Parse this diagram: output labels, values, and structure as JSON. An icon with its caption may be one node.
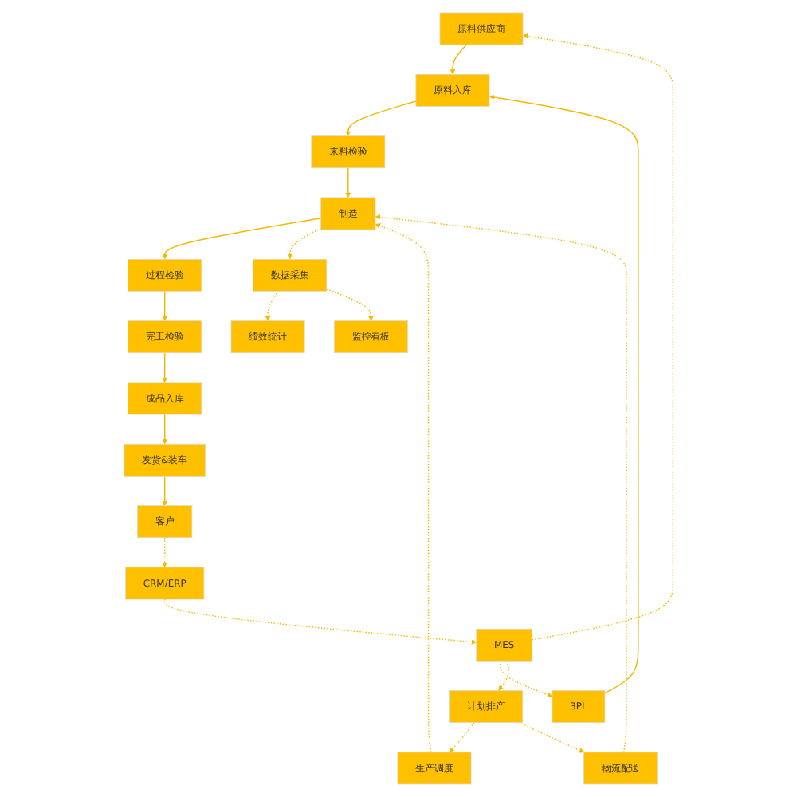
{
  "diagram": {
    "nodes": [
      {
        "text": [
          "原料供应商"
        ]
      },
      {
        "text": [
          "MES"
        ]
      },
      {
        "text": [
          "CRM/ERP"
        ]
      },
      {
        "text": [
          "客户"
        ]
      },
      {
        "text": [
          "3PL"
        ]
      },
      {
        "text": [
          "计划排产"
        ]
      },
      {
        "text": [
          "生产调度"
        ]
      },
      {
        "text": [
          "物流配送"
        ]
      },
      {
        "text": [
          "发货&装车"
        ]
      },
      {
        "text": [
          "原料入库"
        ]
      },
      {
        "text": [
          "来料检验"
        ]
      },
      {
        "text": [
          "制造"
        ]
      },
      {
        "text": [
          "过程检验"
        ]
      },
      {
        "text": [
          "完工检验"
        ]
      },
      {
        "text": [
          "成品入库"
        ]
      },
      {
        "text": [
          "绩效统计"
        ]
      },
      {
        "text": [
          "数据采集"
        ]
      },
      {
        "text": [
          "监控看板"
        ]
      }
    ],
    "edges": [
      {
        "from": 3,
        "to": 2,
        "arrow": "to",
        "style": "dashed"
      },
      {
        "from": 2,
        "to": 1,
        "arrow": "to",
        "style": "dashed"
      },
      {
        "from": 1,
        "to": 0,
        "arrow": "to",
        "style": "dashed"
      },
      {
        "from": 1,
        "to": 4,
        "arrow": "to",
        "style": "dashed"
      },
      {
        "from": 1,
        "to": 5,
        "arrow": "to",
        "style": "dashed"
      },
      {
        "from": 5,
        "to": 6,
        "arrow": "to",
        "style": "dashed"
      },
      {
        "from": 5,
        "to": 7,
        "arrow": "to",
        "style": "dashed"
      },
      {
        "from": 6,
        "to": 11,
        "arrow": "to",
        "style": "dashed"
      },
      {
        "from": 7,
        "to": 11,
        "arrow": "to",
        "style": "dashed"
      },
      {
        "from": 0,
        "to": 9,
        "arrow": "to"
      },
      {
        "from": 4,
        "to": 9,
        "arrow": "to"
      },
      {
        "from": 9,
        "to": 10,
        "arrow": "to"
      },
      {
        "from": 10,
        "to": 11,
        "arrow": "to"
      },
      {
        "from": 11,
        "to": 12,
        "arrow": "to"
      },
      {
        "from": 12,
        "to": 13,
        "arrow": "to"
      },
      {
        "from": 13,
        "to": 14,
        "arrow": "to"
      },
      {
        "from": 14,
        "to": 8,
        "arrow": "to"
      },
      {
        "from": 8,
        "to": 3,
        "arrow": "to"
      },
      {
        "from": 11,
        "to": 16,
        "arrow": "to",
        "style": "dashed"
      },
      {
        "from": 16,
        "to": 15,
        "arrow": "to",
        "style": "dashed"
      },
      {
        "from": 16,
        "to": 17,
        "arrow": "to",
        "style": "dashed"
      }
    ]
  }
}
